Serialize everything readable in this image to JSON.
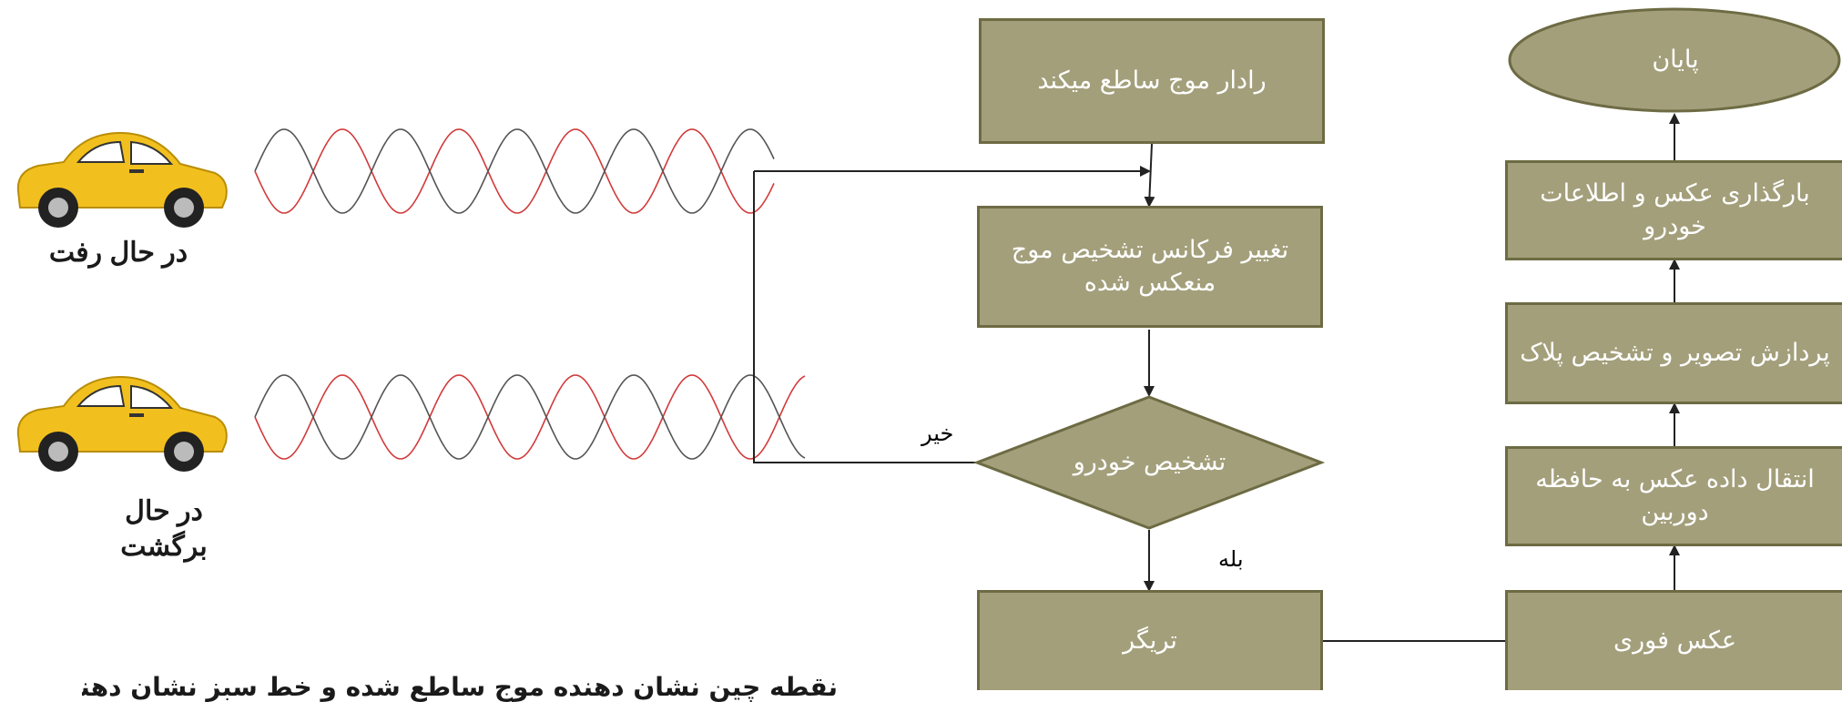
{
  "nodes": {
    "radar_emit": "رادار موج ساطع میکند",
    "freq_change": "تغییر فرکانس تشخیص موج منعکس شده",
    "vehicle_detect": "تشخیص خودرو",
    "trigger": "تریگر",
    "instant_photo": "عکس فوری",
    "transfer_photo": "انتقال داده عکس به حافظه دوربین",
    "image_processing": "پردازش تصویر و تشخیص پلاک",
    "upload_photo": "بارگذاری عکس و اطلاعات خودرو",
    "end": "پایان"
  },
  "branch_labels": {
    "no": "خیر",
    "yes": "بله"
  },
  "cars": {
    "going": "در حال رفت",
    "returning": "در حال برگشت"
  },
  "bottom_text": "نقطه چین نشان دهنده موج ساطع شده و خط سبز نشان دهنده موج",
  "colors": {
    "box_fill": "#a39f7b",
    "box_border": "#6d6b43",
    "arrow": "#222222",
    "wave_red": "#d23b3b",
    "wave_gray": "#555555",
    "car_body": "#f2c01e"
  }
}
